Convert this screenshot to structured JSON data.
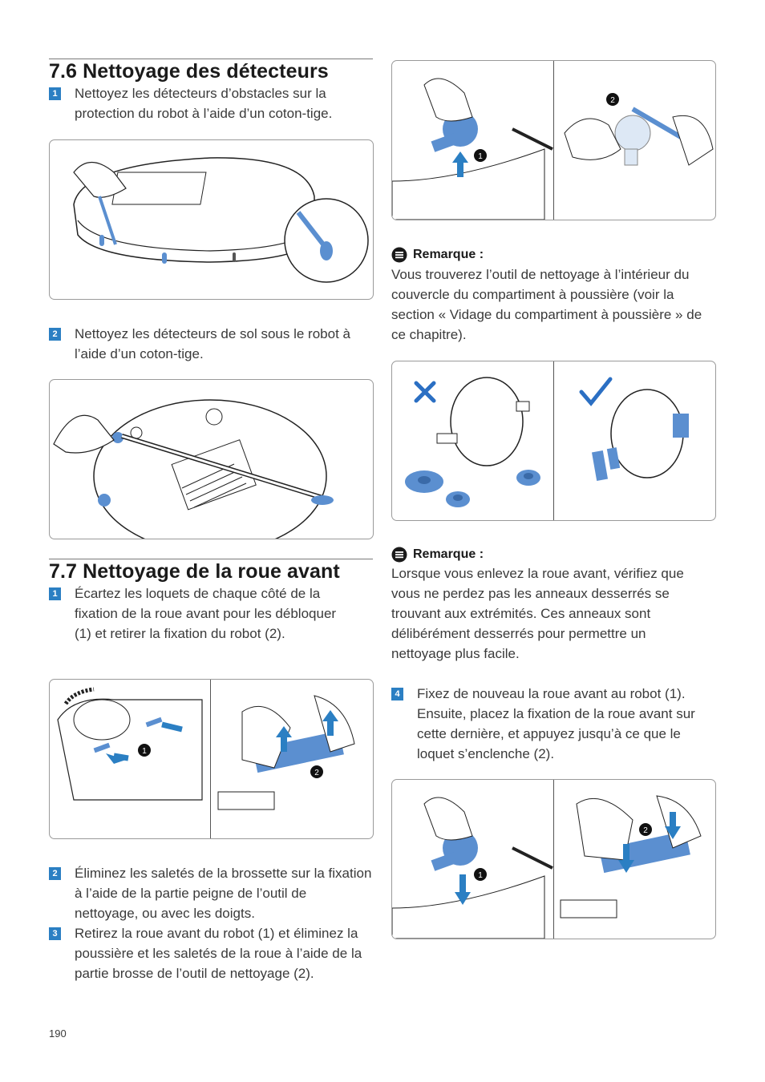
{
  "section_76": {
    "title": "7.6  Nettoyage des détecteurs",
    "step1_num": "1",
    "step1_text": "Nettoyez les détecteurs d’obstacles sur la protection du robot à l’aide d’un coton-tige.",
    "step2_num": "2",
    "step2_text": "Nettoyez les détecteurs de sol sous le robot à l’aide d’un coton-tige."
  },
  "section_77": {
    "title": "7.7  Nettoyage de la roue avant",
    "step1_num": "1",
    "step1_text": "Écartez les loquets de chaque côté de la fixation de la roue avant pour les débloquer (1) et retirer la fixation du robot (2).",
    "step2_num": "2",
    "step2_text": "Éliminez les saletés de la brossette sur la fixation à l’aide de la partie peigne de l’outil de nettoyage, ou avec les doigts.",
    "step3_num": "3",
    "step3_text": "Retirez la roue avant du robot (1) et éliminez la poussière et les saletés de la roue à l’aide de la partie brosse de l’outil de nettoyage (2).",
    "step4_num": "4",
    "step4_text": "Fixez de nouveau la roue avant au robot (1). Ensuite, placez la fixation de la roue avant sur cette dernière, et appuyez jusqu’à ce que le loquet s’enclenche (2)."
  },
  "note1": {
    "heading": "Remarque :",
    "body": "Vous trouverez l’outil de nettoyage à l’intérieur du couvercle du compartiment à poussière (voir la section « Vidage du compartiment à poussière » de ce chapitre)."
  },
  "note2": {
    "heading": "Remarque :",
    "body": "Lorsque vous enlevez la roue avant, vérifiez que vous ne perdez pas les anneaux desserrés se trouvant aux extrémités. Ces anneaux sont délibérément desserrés pour permettre un nettoyage plus facile."
  },
  "callouts": {
    "one": "1",
    "two": "2"
  },
  "page_number": "190",
  "colors": {
    "accent_blue": "#2b7fc3",
    "part_blue": "#5b8fd0",
    "wrong_mark": "#2b6fc3",
    "right_mark": "#2b6fc3"
  },
  "icons": {
    "note": "note-icon",
    "wrong": "cross-icon",
    "right": "check-icon"
  }
}
